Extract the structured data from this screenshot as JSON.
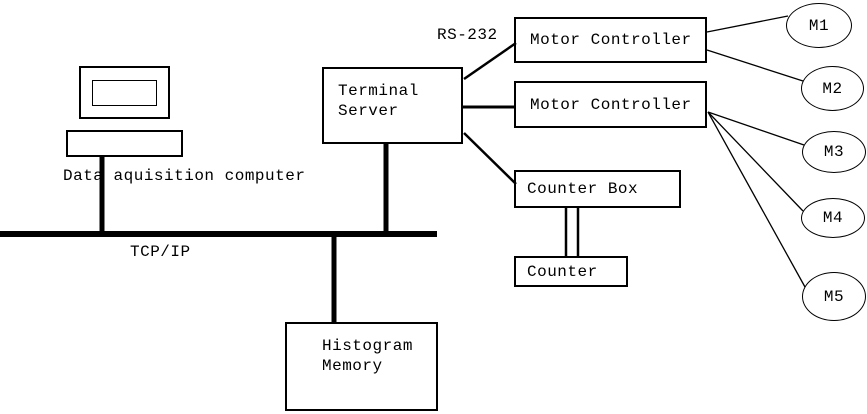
{
  "nodes": {
    "data_acquisition_computer": {
      "label": "Data aquisition computer"
    },
    "terminal_server": {
      "label": "Terminal\nServer"
    },
    "motor_controller_1": {
      "label": "Motor Controller"
    },
    "motor_controller_2": {
      "label": "Motor Controller"
    },
    "counter_box": {
      "label": "Counter Box"
    },
    "counter": {
      "label": "Counter"
    },
    "histogram_memory": {
      "label": "Histogram\nMemory"
    }
  },
  "motors": [
    {
      "label": "M1"
    },
    {
      "label": "M2"
    },
    {
      "label": "M3"
    },
    {
      "label": "M4"
    },
    {
      "label": "M5"
    }
  ],
  "edge_labels": {
    "rs232": "RS-232",
    "tcpip": "TCP/IP"
  },
  "connections": [
    {
      "from": "data-aquisition-computer",
      "to": "tcp-ip-bus"
    },
    {
      "from": "terminal-server",
      "to": "tcp-ip-bus"
    },
    {
      "from": "histogram-memory",
      "to": "tcp-ip-bus"
    },
    {
      "from": "terminal-server",
      "to": "motor-controller-1",
      "label": "RS-232"
    },
    {
      "from": "terminal-server",
      "to": "motor-controller-2"
    },
    {
      "from": "terminal-server",
      "to": "counter-box"
    },
    {
      "from": "motor-controller-1",
      "to": "M1"
    },
    {
      "from": "motor-controller-1",
      "to": "M2"
    },
    {
      "from": "motor-controller-2",
      "to": "M3"
    },
    {
      "from": "motor-controller-2",
      "to": "M4"
    },
    {
      "from": "motor-controller-2",
      "to": "M5"
    },
    {
      "from": "counter-box",
      "to": "counter"
    }
  ],
  "colors": {
    "stroke": "#000000",
    "background": "#ffffff"
  }
}
